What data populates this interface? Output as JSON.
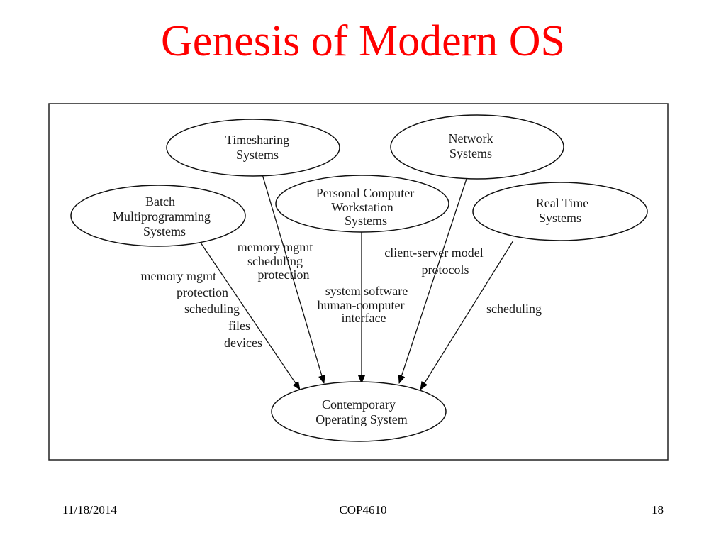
{
  "slide": {
    "title": "Genesis of Modern OS",
    "footer_date": "11/18/2014",
    "footer_course": "COP4610",
    "footer_page": "18"
  },
  "diagram": {
    "nodes": {
      "timesharing": [
        "Timesharing",
        "Systems"
      ],
      "network": [
        "Network",
        "Systems"
      ],
      "batch": [
        "Batch",
        "Multiprogramming",
        "Systems"
      ],
      "personal": [
        "Personal Computer",
        "Workstation",
        "Systems"
      ],
      "realtime": [
        "Real Time",
        "Systems"
      ],
      "contemporary": [
        "Contemporary",
        "Operating System"
      ]
    },
    "edge_labels": {
      "batch": [
        "memory mgmt",
        "protection",
        "scheduling",
        "files",
        "devices"
      ],
      "timesharing": [
        "memory mgmt",
        "scheduling",
        "protection"
      ],
      "personal": [
        "system software",
        "human-computer",
        "interface"
      ],
      "network": [
        "client-server model",
        "protocols"
      ],
      "realtime": [
        "scheduling"
      ]
    }
  }
}
